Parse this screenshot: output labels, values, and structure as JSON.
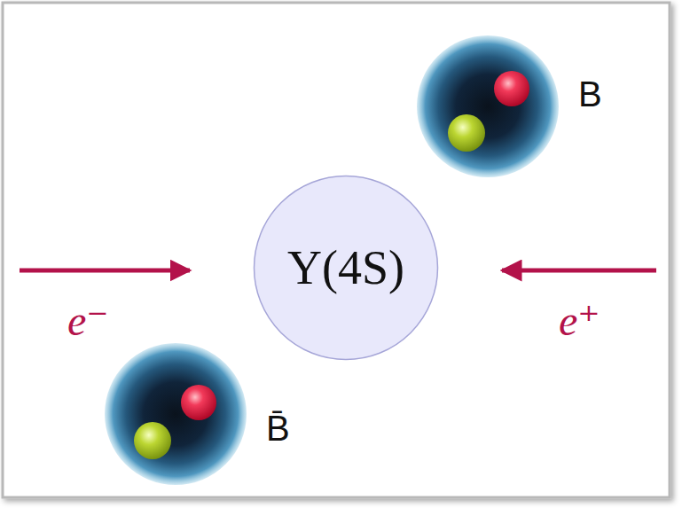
{
  "diagram": {
    "nodes": [
      {
        "text": [
          "B"
        ]
      },
      {
        "text": [
          "Υ(4S)"
        ]
      },
      {
        "text": [
          "B̄"
        ]
      }
    ],
    "labels": [
      "e⁻",
      "e⁺"
    ]
  }
}
